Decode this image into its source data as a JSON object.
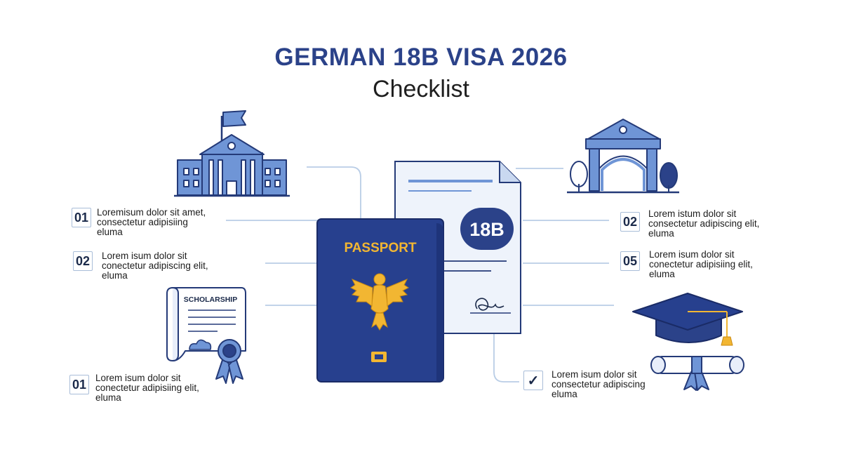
{
  "header": {
    "title": "GERMAN 18B VISA 2026",
    "subtitle": "Checklist"
  },
  "center": {
    "passport_label": "PASSPORT",
    "document_badge": "18B"
  },
  "scholarship_label": "SCHOLARSHIP",
  "checklist_items": [
    {
      "number": "01",
      "lines": [
        "Loremisum dolor sit amet,",
        "consectetur adipisiing",
        "eluma"
      ]
    },
    {
      "number": "02",
      "lines": [
        "Lorem isum dolor sit",
        "conectetur adipiscing elit,",
        "eluma"
      ]
    },
    {
      "number": "01",
      "lines": [
        "Lorem isum dolor sit",
        "conectetur adipisiing elit,",
        "eluma"
      ]
    },
    {
      "number": "02",
      "lines": [
        "Lorem istum dolor sit",
        "consectetur adipiscing elit,",
        "eluma"
      ]
    },
    {
      "number": "05",
      "lines": [
        "Lorem isum dolor sit",
        "conectetur adipisiing elit,",
        "eluma"
      ]
    },
    {
      "number": "✓",
      "lines": [
        "Lorem isum dolor sit",
        "consectetur adipiscing",
        "eluma"
      ]
    }
  ],
  "colors": {
    "navy": "#2b4289",
    "passport": "#27408e",
    "gold": "#f2b632",
    "light_blue": "#6f95d6",
    "pale_blue": "#e8eefa",
    "line": "#b9cde6"
  }
}
